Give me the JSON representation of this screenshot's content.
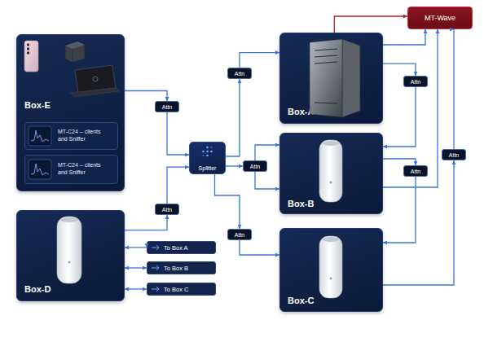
{
  "diagram": {
    "nodes": [
      {
        "text": [
          "MT-Wave"
        ]
      },
      {
        "text": [
          "Box-E"
        ]
      },
      {
        "text": [
          "MT-C24 – clients and Sniffer"
        ],
        "in": 1
      },
      {
        "text": [
          "MT-C24 – clients and Sniffer"
        ],
        "in": 1
      },
      {
        "text": [
          "Box-A"
        ]
      },
      {
        "text": [
          "Attn"
        ]
      },
      {
        "text": [
          "Attn"
        ]
      },
      {
        "text": [
          "Attn"
        ]
      },
      {
        "text": [
          "Splitter"
        ]
      },
      {
        "text": [
          "Box-B"
        ]
      },
      {
        "text": [
          "Attn"
        ]
      },
      {
        "text": [
          "Attn"
        ]
      },
      {
        "text": [
          "Attn"
        ]
      },
      {
        "text": [
          "Box-D"
        ]
      },
      {
        "text": [
          "Attn"
        ]
      },
      {
        "text": [
          "Attn"
        ]
      },
      {
        "text": [
          "Box-C"
        ]
      },
      {
        "text": [
          "To Box A"
        ]
      },
      {
        "text": [
          "To Box B"
        ]
      },
      {
        "text": [
          "To Box C"
        ]
      }
    ],
    "edges": [
      {
        "from": 1,
        "to": 6,
        "arrow": "to"
      },
      {
        "from": 6,
        "to": 8,
        "arrow": "to"
      },
      {
        "from": 13,
        "to": 14,
        "arrow": "to"
      },
      {
        "from": 14,
        "to": 8,
        "arrow": "to"
      },
      {
        "from": 8,
        "to": 5,
        "arrow": "to"
      },
      {
        "from": 5,
        "to": 4,
        "arrow": "to"
      },
      {
        "from": 8,
        "to": 10,
        "arrow": "to"
      },
      {
        "from": 10,
        "to": 9,
        "arrow": "to"
      },
      {
        "from": 10,
        "to": 9,
        "arrow": "to"
      },
      {
        "from": 8,
        "to": 15,
        "arrow": "to"
      },
      {
        "from": 15,
        "to": 16,
        "arrow": "to"
      },
      {
        "from": 4,
        "to": 7,
        "arrow": "to"
      },
      {
        "from": 7,
        "to": 9,
        "arrow": "to"
      },
      {
        "from": 9,
        "to": 11,
        "arrow": "to"
      },
      {
        "from": 11,
        "to": 16,
        "arrow": "to"
      },
      {
        "from": 4,
        "to": 0,
        "arrow": "to"
      },
      {
        "from": 4,
        "to": 0,
        "arrow": "to"
      },
      {
        "from": 9,
        "to": 0,
        "arrow": "to"
      },
      {
        "from": 16,
        "to": 12,
        "arrow": "to"
      },
      {
        "from": 12,
        "to": 0,
        "arrow": "to"
      },
      {
        "from": 13,
        "to": 17,
        "arrow": "both"
      },
      {
        "from": 13,
        "to": 18,
        "arrow": "both"
      },
      {
        "from": 13,
        "to": 19,
        "arrow": "both"
      }
    ]
  }
}
